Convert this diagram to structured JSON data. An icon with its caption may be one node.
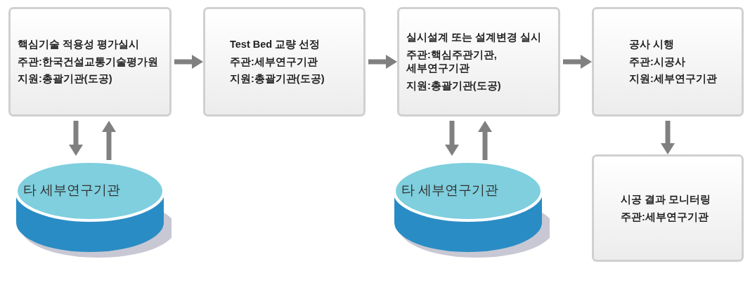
{
  "diagram": {
    "nodes": [
      {
        "text": [
          "핵심기술 적용성 평가실시",
          "주관:한국건설교통기술평가원",
          "지원:총괄기관(도공)"
        ]
      },
      {
        "text": [
          "Test Bed 교량 선정",
          "주관:세부연구기관",
          "지원:총괄기관(도공)"
        ]
      },
      {
        "text": [
          "실시설계 또는 설계변경 실시",
          "주관:핵심주관기관, 세부연구기관",
          "지원:총괄기관(도공)"
        ]
      },
      {
        "text": [
          "공사 시행",
          "주관:시공사",
          "지원:세부연구기관"
        ]
      },
      {
        "text": [
          "타 세부연구기관"
        ]
      },
      {
        "text": [
          "타 세부연구기관"
        ]
      },
      {
        "text": [
          "시공 결과 모니터링",
          "주관:세부연구기관"
        ]
      }
    ],
    "edges": [
      {
        "from": 0,
        "to": 1,
        "arrow": "to"
      },
      {
        "from": 1,
        "to": 2,
        "arrow": "to"
      },
      {
        "from": 2,
        "to": 3,
        "arrow": "to"
      },
      {
        "from": 0,
        "to": 4,
        "arrow": "to"
      },
      {
        "from": 4,
        "to": 0,
        "arrow": "to"
      },
      {
        "from": 2,
        "to": 5,
        "arrow": "to"
      },
      {
        "from": 5,
        "to": 2,
        "arrow": "to"
      },
      {
        "from": 3,
        "to": 6,
        "arrow": "to"
      }
    ]
  }
}
